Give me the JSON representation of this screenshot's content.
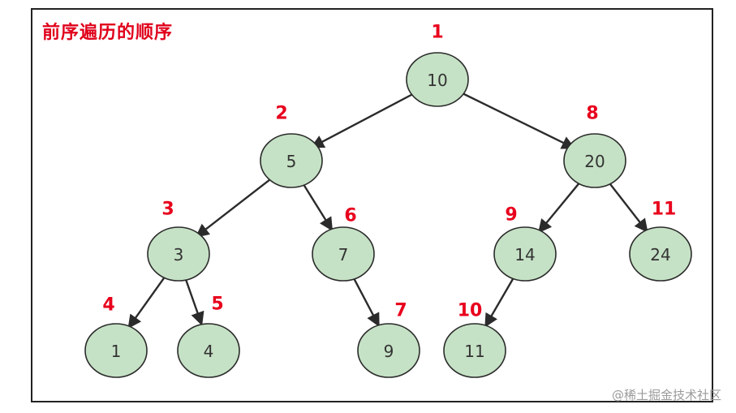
{
  "title": "前序遍历的顺序",
  "watermark": "@稀土掘金技术社区",
  "colors": {
    "node_fill": "#c6e2c6",
    "order_label": "#e8001c",
    "title": "#e0001b"
  },
  "tree": {
    "nodes": [
      {
        "id": "n10",
        "label": "10",
        "order": "1"
      },
      {
        "id": "n5",
        "label": "5",
        "order": "2"
      },
      {
        "id": "n3",
        "label": "3",
        "order": "3"
      },
      {
        "id": "n1",
        "label": "1",
        "order": "4"
      },
      {
        "id": "n4",
        "label": "4",
        "order": "5"
      },
      {
        "id": "n7",
        "label": "7",
        "order": "6"
      },
      {
        "id": "n9",
        "label": "9",
        "order": "7"
      },
      {
        "id": "n20",
        "label": "20",
        "order": "8"
      },
      {
        "id": "n14",
        "label": "14",
        "order": "9"
      },
      {
        "id": "n11",
        "label": "11",
        "order": "10"
      },
      {
        "id": "n24",
        "label": "24",
        "order": "11"
      }
    ],
    "edges": [
      [
        "n10",
        "n5"
      ],
      [
        "n10",
        "n20"
      ],
      [
        "n5",
        "n3"
      ],
      [
        "n5",
        "n7"
      ],
      [
        "n3",
        "n1"
      ],
      [
        "n3",
        "n4"
      ],
      [
        "n7",
        "n9"
      ],
      [
        "n20",
        "n14"
      ],
      [
        "n20",
        "n24"
      ],
      [
        "n14",
        "n11"
      ]
    ]
  }
}
